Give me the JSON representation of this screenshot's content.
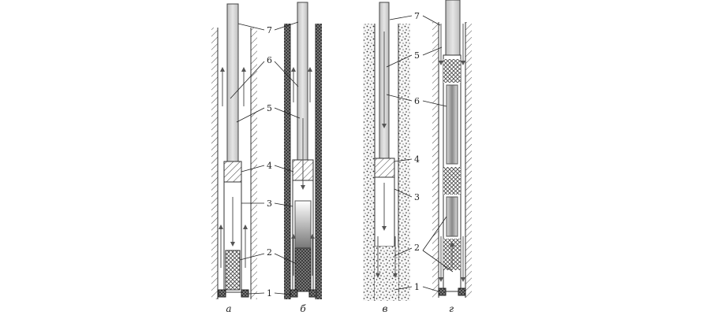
{
  "panels": [
    {
      "caption": "а"
    },
    {
      "caption": "б"
    },
    {
      "caption": "в"
    },
    {
      "caption": "г"
    }
  ],
  "labels": [
    "1",
    "2",
    "3",
    "4",
    "5",
    "6",
    "7"
  ]
}
